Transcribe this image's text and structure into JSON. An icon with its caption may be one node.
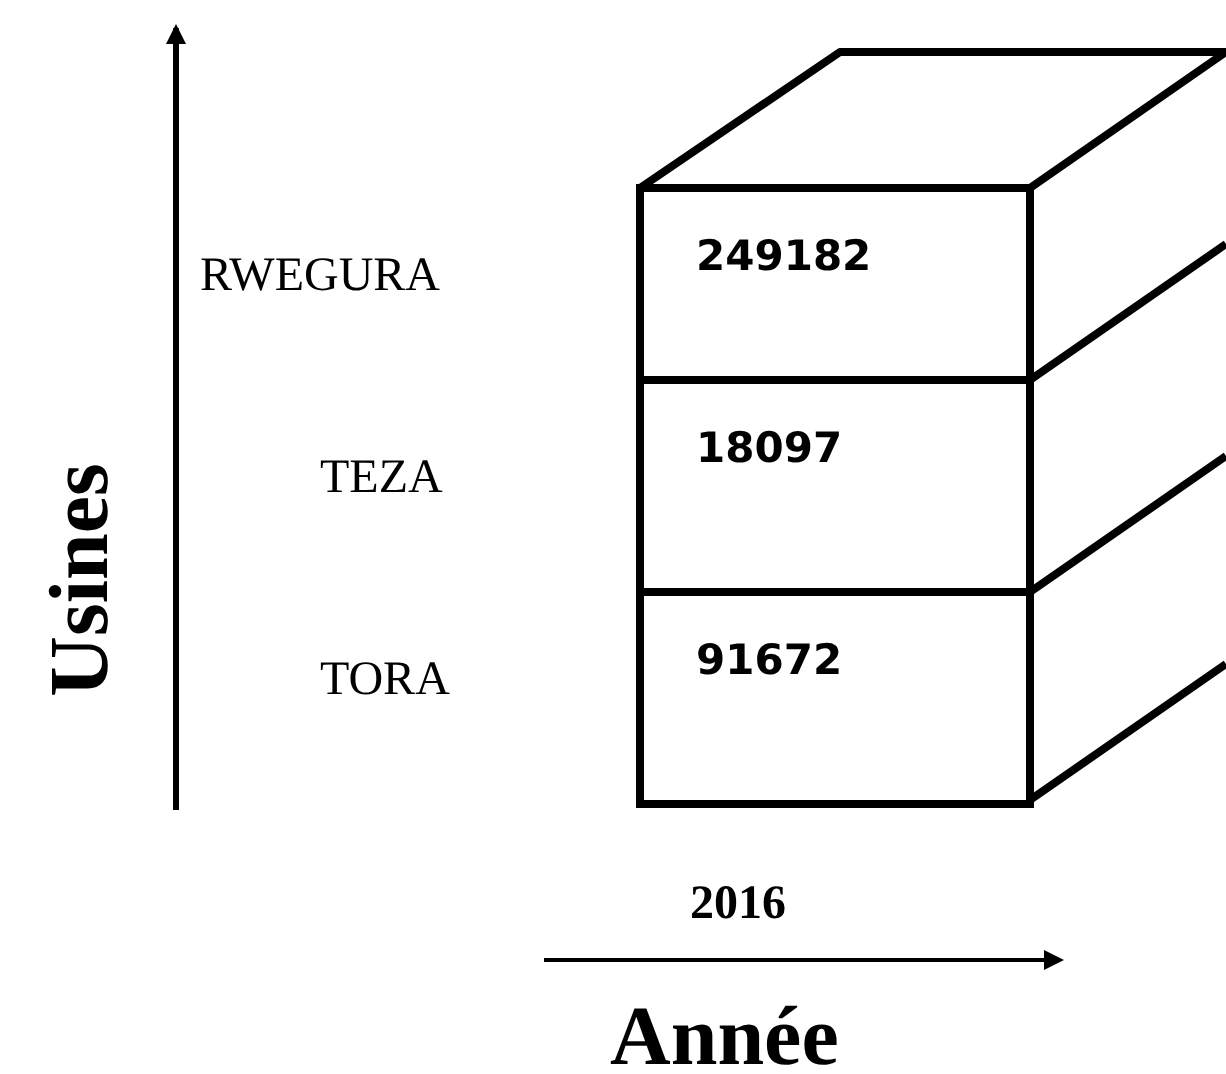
{
  "diagram": {
    "nodes": [
      {
        "text": [
          "249182"
        ]
      },
      {
        "text": [
          "18097"
        ]
      },
      {
        "text": [
          "91672"
        ]
      }
    ],
    "edges": [],
    "labels": [
      "RWEGURA",
      "TEZA",
      "TORA",
      "Usines",
      "2016",
      "Année"
    ]
  }
}
